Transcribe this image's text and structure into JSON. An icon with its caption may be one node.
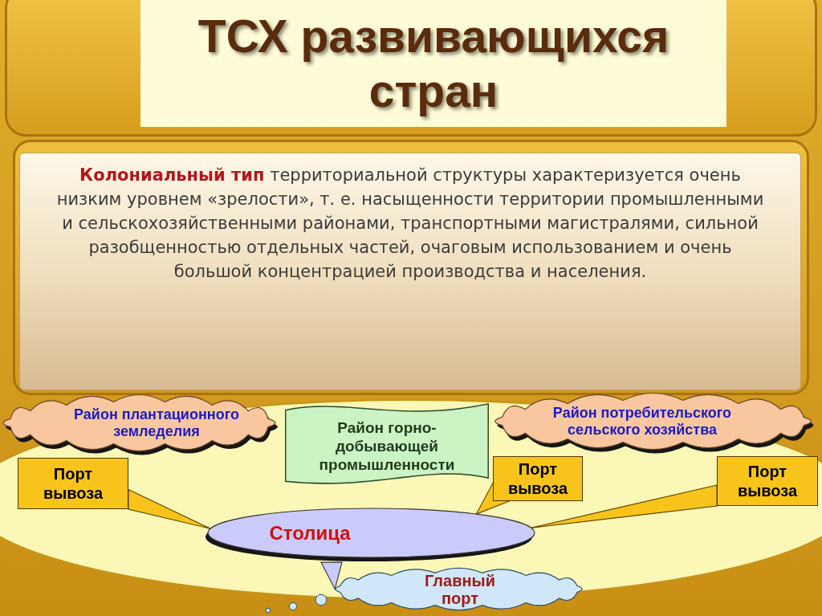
{
  "diagram": {
    "title": "ТСХ развивающихся стран",
    "nodes": [
      {
        "text": [
          "**Колониальный тип** территориальной структуры характеризуется очень низким уровнем «зрелости», т. е. насыщенности территории промышленными и сельскохозяйственными районами, транспортными магистралями, сильной разобщенностью отдельных частей, очаговым использованием и очень большой концентрацией производства и населения."
        ]
      },
      {
        "text": [
          "Район плантационного земледелия"
        ]
      },
      {
        "text": [
          "Район горно-добывающей промышленности"
        ]
      },
      {
        "text": [
          "Район потребительского сельского хозяйства"
        ]
      },
      {
        "text": [
          "Порт вывоза"
        ]
      },
      {
        "text": [
          "Порт вывоза"
        ]
      },
      {
        "text": [
          "Порт вывоза"
        ]
      },
      {
        "text": [
          "Столица"
        ]
      },
      {
        "text": [
          "Главный порт"
        ]
      }
    ],
    "edges": [
      {
        "from": 4,
        "to": 7,
        "arrow": "to"
      },
      {
        "from": 5,
        "to": 7,
        "arrow": "to"
      },
      {
        "from": 6,
        "to": 7,
        "arrow": "to"
      },
      {
        "from": 7,
        "to": 8,
        "arrow": "to",
        "color": "#cbcbfb"
      }
    ]
  }
}
